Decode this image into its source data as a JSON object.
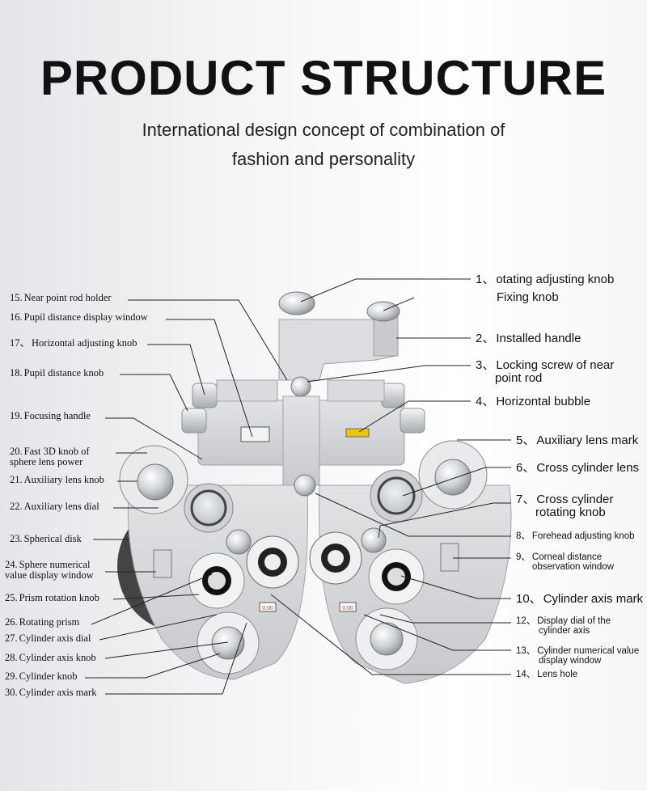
{
  "header": {
    "title": "PRODUCT STRUCTURE",
    "subtitle_line1": "International design concept of combination of",
    "subtitle_line2": "fashion and personality"
  },
  "device": {
    "left_display": "0.00",
    "right_display": "0.00"
  },
  "labels_left": [
    {
      "num": "15.",
      "text": "Near point rod holder"
    },
    {
      "num": "16.",
      "text": "Pupil distance display window"
    },
    {
      "num": "17、",
      "text": "Horizontal adjusting knob"
    },
    {
      "num": "18.",
      "text": "Pupil distance knob"
    },
    {
      "num": "19.",
      "text": "Focusing handle"
    },
    {
      "num": "20.",
      "text": "Fast 3D knob of",
      "line2": "sphere lens power"
    },
    {
      "num": "21.",
      "text": "Auxiliary lens knob"
    },
    {
      "num": "22.",
      "text": "Auxiliary lens dial"
    },
    {
      "num": "23.",
      "text": "Spherical disk"
    },
    {
      "num": "24.",
      "text": "Sphere numerical",
      "line2": "value display window"
    },
    {
      "num": "25.",
      "text": "Prism rotation knob"
    },
    {
      "num": "26.",
      "text": "Rotating prism"
    },
    {
      "num": "27.",
      "text": "Cylinder axis dial"
    },
    {
      "num": "28.",
      "text": "Cylinder axis knob"
    },
    {
      "num": "29.",
      "text": "Cylinder knob"
    },
    {
      "num": "30.",
      "text": "Cylinder axis mark"
    }
  ],
  "labels_right": [
    {
      "num": "1、",
      "text": "otating adjusting knob"
    },
    {
      "num": "",
      "text": "Fixing knob"
    },
    {
      "num": "2、",
      "text": "Installed handle"
    },
    {
      "num": "3、",
      "text": "Locking screw of near",
      "line2": "point rod"
    },
    {
      "num": "4、",
      "text": "Horizontal bubble"
    },
    {
      "num": "5、",
      "text": "Auxiliary lens mark"
    },
    {
      "num": "6、",
      "text": "Cross cylinder lens"
    },
    {
      "num": "7、",
      "text": "Cross cylinder",
      "line2": "rotating knob"
    },
    {
      "num": "8、",
      "text": "Forehead adjusting knob"
    },
    {
      "num": "9、",
      "text": "Corneal distance",
      "line2": "observation window"
    },
    {
      "num": "10、",
      "text": "Cylinder axis mark"
    },
    {
      "num": "12、",
      "text": "Display dial of the",
      "line2": "cylinder axis"
    },
    {
      "num": "13、",
      "text": "Cylinder numerical value",
      "line2": "display window"
    },
    {
      "num": "14、",
      "text": "Lens hole"
    }
  ],
  "colors": {
    "metal": "#d4d6d8",
    "metal_dark": "#9a9da1",
    "text": "#111111"
  }
}
